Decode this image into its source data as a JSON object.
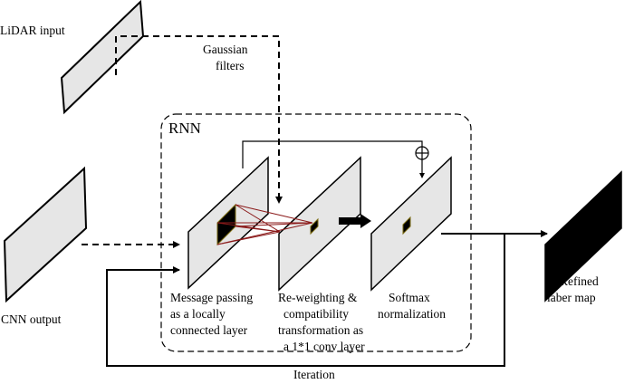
{
  "labels": {
    "lidar_input": "LiDAR input",
    "cnn_output": "CNN output",
    "gaussian_line1": "Gaussian",
    "gaussian_line2": "filters",
    "rnn": "RNN",
    "message_line1": "Message passing",
    "message_line2": "as a locally",
    "message_line3": "connected layer",
    "reweight_line1": "Re-weighting &",
    "reweight_line2": "compatibility",
    "reweight_line3": "transformation as",
    "reweight_line4": "a 1*1 conv layer",
    "softmax_line1": "Softmax",
    "softmax_line2": "normalization",
    "refined_line1": "Refined",
    "refined_line2": "laber map",
    "iteration": "Iteration"
  },
  "icons": {
    "sum": "circled-plus-icon"
  }
}
